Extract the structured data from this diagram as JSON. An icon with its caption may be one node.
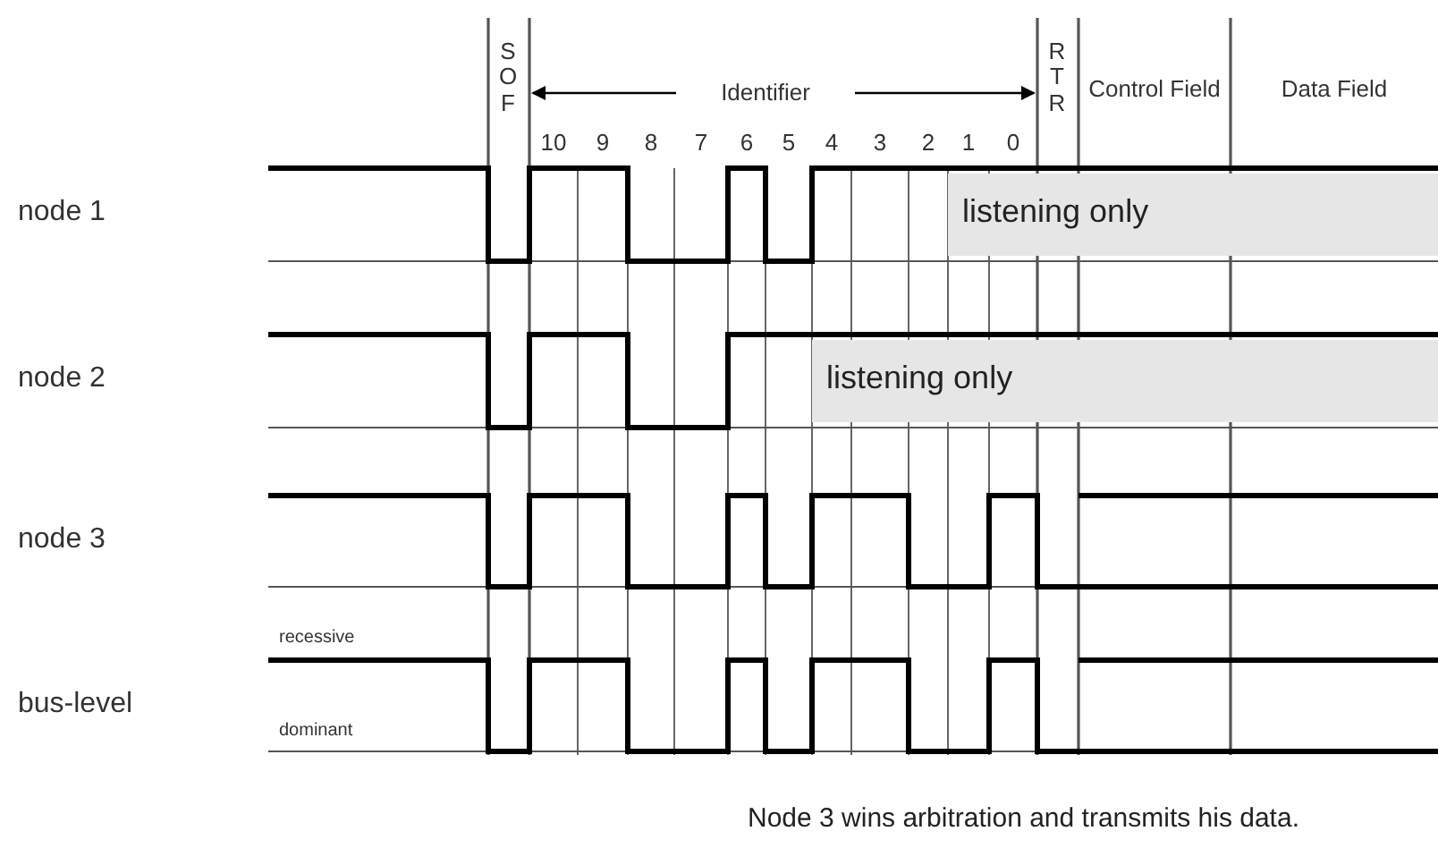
{
  "diagram": {
    "caption": "Node 3 wins arbitration and transmits his data.",
    "nodes": [
      {
        "text": [
          "listening only"
        ]
      },
      {
        "text": [
          "listening only"
        ]
      }
    ],
    "edges": [],
    "labels": [
      "S O F",
      "Identifier",
      "R T R",
      "Control Field",
      "Data Field",
      "10",
      "9",
      "8",
      "7",
      "6",
      "5",
      "4",
      "3",
      "2",
      "1",
      "0",
      "node 1",
      "node 2",
      "node 3",
      "recessive",
      "bus-level",
      "dominant"
    ]
  }
}
